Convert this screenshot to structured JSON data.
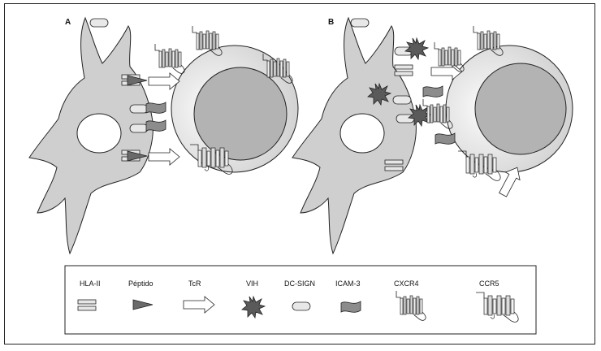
{
  "panels": {
    "a": {
      "label": "A"
    },
    "b": {
      "label": "B"
    }
  },
  "legend": {
    "items": [
      {
        "label": "HLA-II",
        "icon": "hla-ii-icon"
      },
      {
        "label": "Péptido",
        "icon": "peptide-icon"
      },
      {
        "label": "TcR",
        "icon": "tcr-icon"
      },
      {
        "label": "VIH",
        "icon": "hiv-icon"
      },
      {
        "label": "DC-SIGN",
        "icon": "dc-sign-icon"
      },
      {
        "label": "ICAM-3",
        "icon": "icam-3-icon"
      },
      {
        "label": "CXCR4",
        "icon": "cxcr4-icon"
      },
      {
        "label": "CCR5",
        "icon": "ccr5-icon"
      }
    ]
  },
  "colors": {
    "dendritic_cell": "#cfcfcf",
    "t_cell": "#d8d8d8",
    "nucleus": "#b3b3b3",
    "virus": "#5a5a5a",
    "peptide": "#6a6a6a",
    "icam": "#8c8c8c",
    "outline": "#222222"
  }
}
